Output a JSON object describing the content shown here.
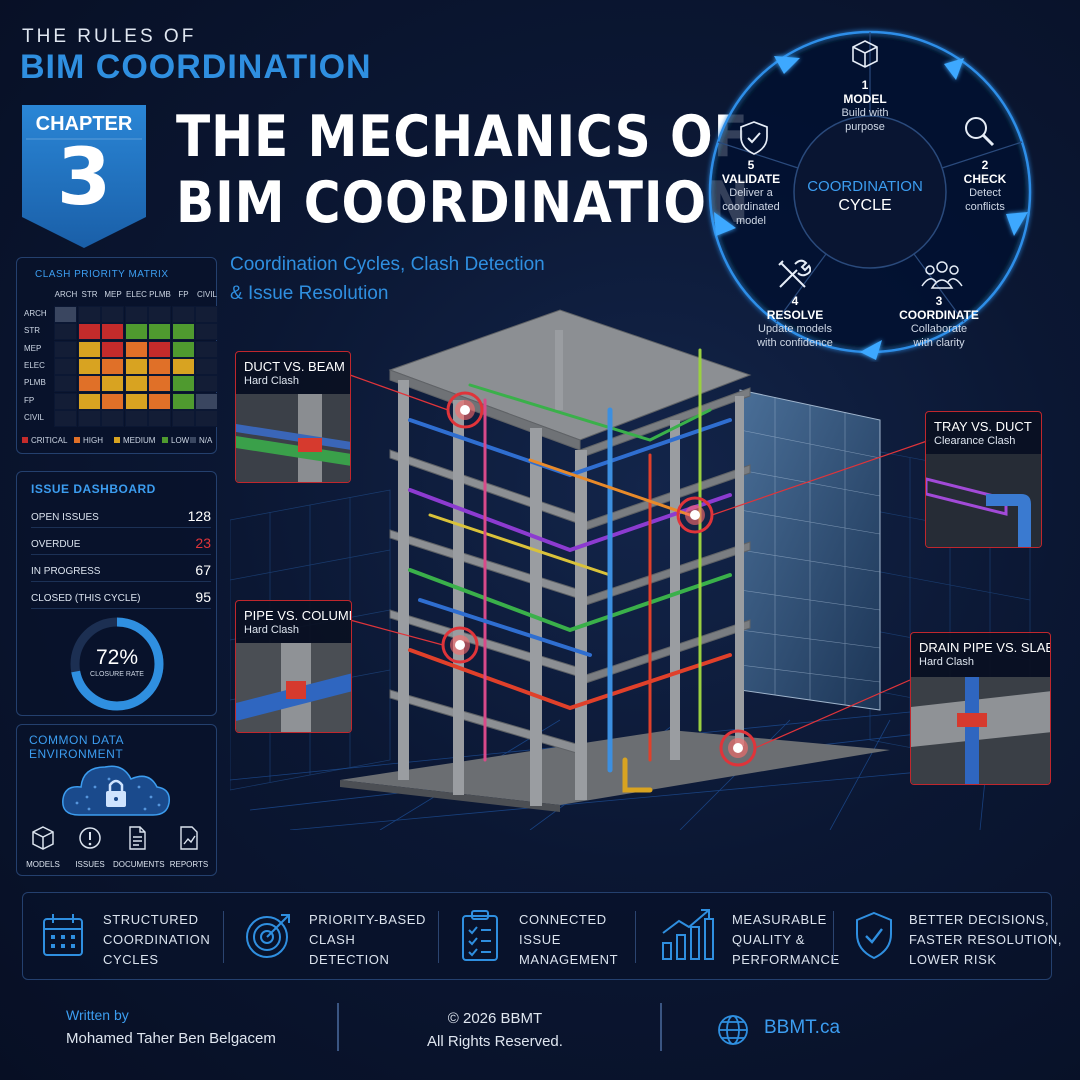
{
  "header": {
    "series_prefix": "THE RULES OF",
    "series_title": "BIM COORDINATION",
    "chapter_label": "CHAPTER",
    "chapter_number": "3",
    "title_line1": "THE MECHANICS OF",
    "title_line2": "BIM COORDINATION",
    "subtitle_line1": "Coordination Cycles, Clash Detection",
    "subtitle_line2": "& Issue Resolution"
  },
  "matrix": {
    "title": "CLASH PRIORITY MATRIX",
    "columns": [
      "ARCH",
      "STR",
      "MEP",
      "ELEC",
      "PLMB",
      "FP",
      "CIVIL"
    ],
    "rows": [
      "ARCH",
      "STR",
      "MEP",
      "ELEC",
      "PLMB",
      "FP",
      "CIVIL"
    ],
    "legend": [
      "CRITICAL",
      "HIGH",
      "MEDIUM",
      "LOW",
      "N/A"
    ],
    "colors": {
      "critical": "#c42b2b",
      "high": "#e07028",
      "medium": "#d8a321",
      "low": "#4f9a2f",
      "na": "#3a4660",
      "empty": "#131d36"
    }
  },
  "issues": {
    "title": "ISSUE DASHBOARD",
    "rows": [
      {
        "label": "OPEN ISSUES",
        "value": "128"
      },
      {
        "label": "OVERDUE",
        "value": "23"
      },
      {
        "label": "IN PROGRESS",
        "value": "67"
      },
      {
        "label": "CLOSED (THIS CYCLE)",
        "value": "95"
      }
    ],
    "closure_pct": "72%",
    "closure_value": 72,
    "closure_label": "CLOSURE RATE",
    "overdue_color": "#e0343a"
  },
  "cde": {
    "title": "COMMON DATA ENVIRONMENT",
    "items": [
      "MODELS",
      "ISSUES",
      "DOCUMENTS",
      "REPORTS"
    ]
  },
  "cycle": {
    "center_a": "COORDINATION",
    "center_b": "CYCLE",
    "steps": [
      {
        "num": "1",
        "title": "MODEL",
        "desc1": "Build with",
        "desc2": "purpose",
        "desc3": "",
        "icon": "cube-icon"
      },
      {
        "num": "2",
        "title": "CHECK",
        "desc1": "Detect",
        "desc2": "conflicts",
        "desc3": "",
        "icon": "magnifier-icon"
      },
      {
        "num": "3",
        "title": "COORDINATE",
        "desc1": "Collaborate",
        "desc2": "with clarity",
        "desc3": "",
        "icon": "team-icon"
      },
      {
        "num": "4",
        "title": "RESOLVE",
        "desc1": "Update models",
        "desc2": "with confidence",
        "desc3": "",
        "icon": "tools-icon"
      },
      {
        "num": "5",
        "title": "VALIDATE",
        "desc1": "Deliver a",
        "desc2": "coordinated",
        "desc3": "model",
        "icon": "shield-check-icon"
      }
    ]
  },
  "callouts": [
    {
      "title": "DUCT VS. BEAM",
      "sub": "Hard Clash"
    },
    {
      "title": "TRAY VS. DUCT",
      "sub": "Clearance Clash"
    },
    {
      "title": "PIPE VS. COLUMN",
      "sub": "Hard Clash"
    },
    {
      "title": "DRAIN PIPE VS. SLAB",
      "sub": "Hard Clash"
    }
  ],
  "features": [
    {
      "line1": "STRUCTURED",
      "line2": "COORDINATION",
      "line3": "CYCLES",
      "icon": "calendar-icon"
    },
    {
      "line1": "PRIORITY-BASED",
      "line2": "CLASH",
      "line3": "DETECTION",
      "icon": "target-icon"
    },
    {
      "line1": "CONNECTED",
      "line2": "ISSUE",
      "line3": "MANAGEMENT",
      "icon": "clipboard-icon"
    },
    {
      "line1": "MEASURABLE",
      "line2": "QUALITY &",
      "line3": "PERFORMANCE",
      "icon": "growth-chart-icon"
    },
    {
      "line1": "BETTER DECISIONS,",
      "line2": "FASTER RESOLUTION,",
      "line3": "LOWER RISK",
      "icon": "shield-check-icon"
    }
  ],
  "footer": {
    "written_by": "Written by",
    "author": "Mohamed Taher Ben Belgacem",
    "copyright": "© 2026 BBMT",
    "rights": "All Rights Reserved.",
    "website": "BBMT.ca"
  },
  "colors": {
    "accent": "#2f8fe0",
    "alert": "#c0272d",
    "background": "#0b1733"
  }
}
